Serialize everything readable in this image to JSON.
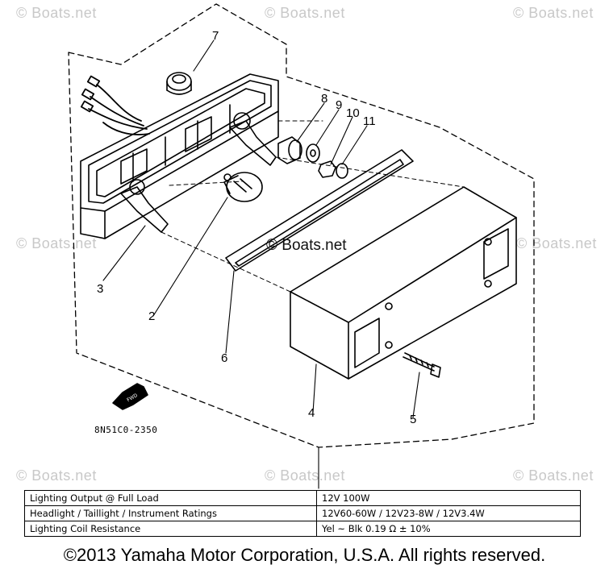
{
  "watermarks": [
    {
      "id": "tl",
      "text": "© Boats.net"
    },
    {
      "id": "tc",
      "text": "© Boats.net"
    },
    {
      "id": "tr",
      "text": "© Boats.net"
    },
    {
      "id": "ml",
      "text": "© Boats.net"
    },
    {
      "id": "mr",
      "text": "© Boats.net"
    },
    {
      "id": "bl",
      "text": "© Boats.net"
    },
    {
      "id": "bc",
      "text": "© Boats.net"
    },
    {
      "id": "br",
      "text": "© Boats.net"
    }
  ],
  "center_watermark": "© Boats.net",
  "callouts": [
    "7",
    "8",
    "9",
    "10",
    "11",
    "3",
    "2",
    "6",
    "4",
    "5"
  ],
  "part_code": "8N51C0-2350",
  "fwd_label": "FWD",
  "specs": [
    {
      "label": "Lighting Output @ Full Load",
      "value": "12V 100W"
    },
    {
      "label": "Headlight / Taillight / Instrument Ratings",
      "value": "12V60-60W / 12V23-8W / 12V3.4W"
    },
    {
      "label": "Lighting Coil Resistance",
      "value": "Yel ~ Blk 0.19 Ω ± 10%"
    }
  ],
  "copyright": "©2013 Yamaha Motor Corporation, U.S.A. All rights reserved."
}
